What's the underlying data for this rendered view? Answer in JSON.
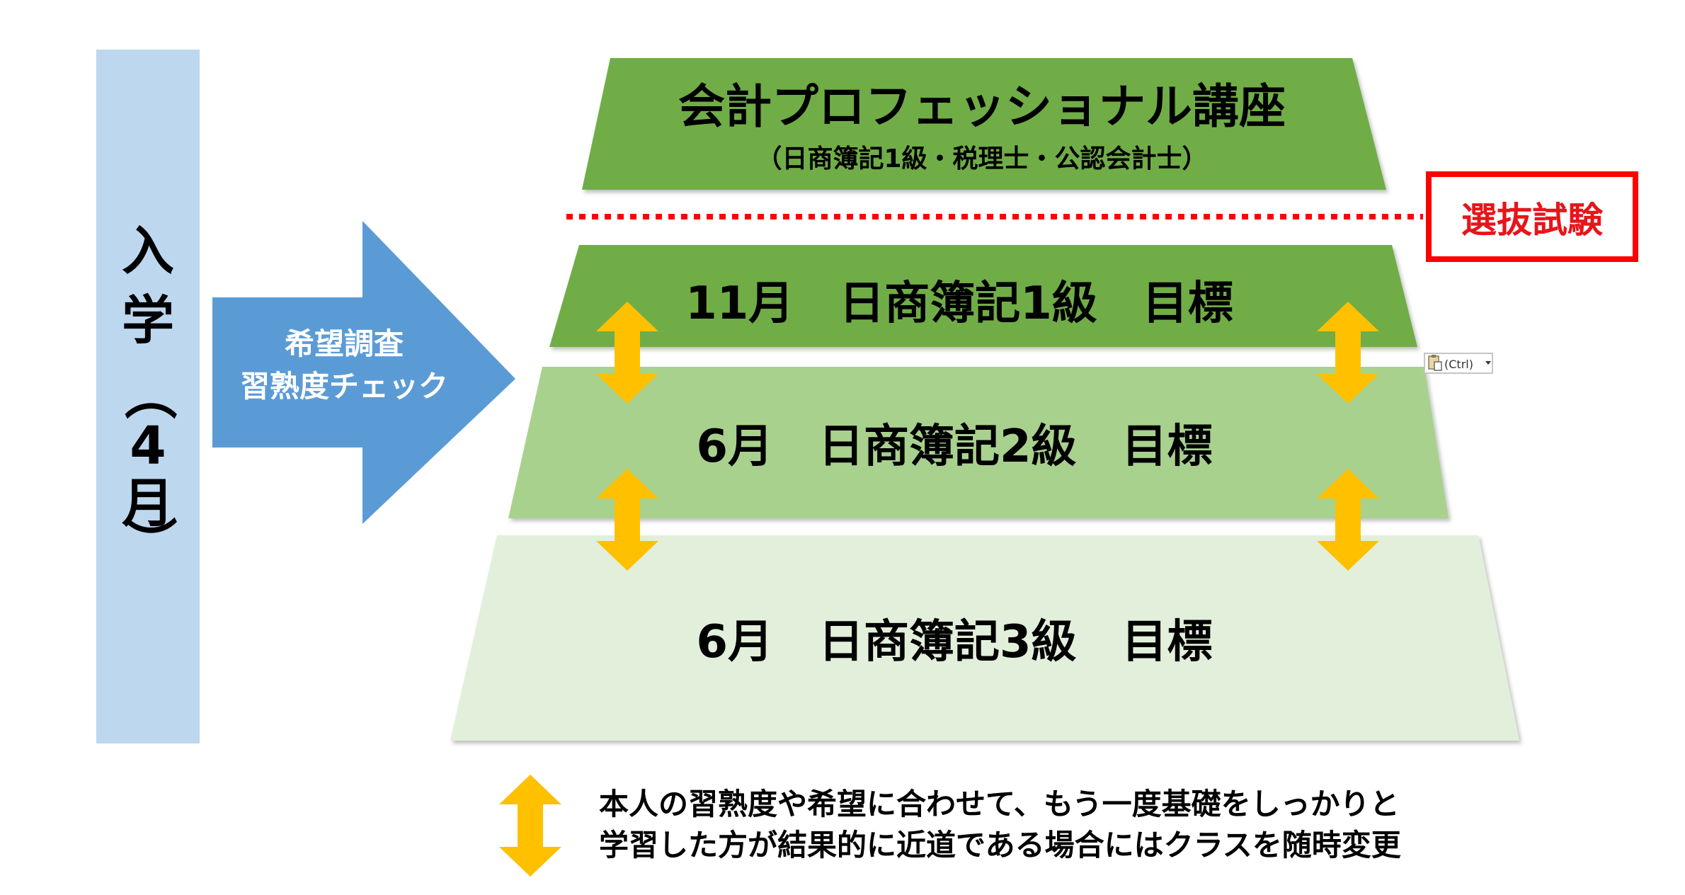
{
  "enrollment": {
    "label": "入学（4月）",
    "chars": [
      "入",
      "学",
      "（",
      "4",
      "月",
      "）"
    ]
  },
  "survey_arrow": {
    "line1": "希望調査",
    "line2": "習熟度チェック"
  },
  "tiers": {
    "professional": {
      "title": "会計プロフェッショナル講座",
      "subtitle": "（日商簿記1級・税理士・公認会計士）"
    },
    "level1": {
      "label": "11月　日商簿記1級　目標"
    },
    "level2": {
      "label": "6月　日商簿記2級　目標"
    },
    "level3": {
      "label": "6月　日商簿記3級　目標"
    }
  },
  "selection_exam": {
    "label": "選抜試験"
  },
  "paste_options": {
    "label": "(Ctrl)"
  },
  "legend": {
    "line1": "本人の習熟度や希望に合わせて、もう一度基礎をしっかりと",
    "line2": "学習した方が結果的に近道である場合にはクラスを随時変更"
  },
  "colors": {
    "enrollment_bar": "#bdd7ee",
    "survey_arrow": "#5b9bd5",
    "tier_professional": "#70ad47",
    "tier_level1": "#70ad47",
    "tier_level2": "#a9d18e",
    "tier_level3": "#e2efda",
    "transfer_arrow": "#ffc000",
    "selection_red": "#ff0000"
  },
  "icons": {
    "transfer": "double-vertical-arrow-icon",
    "paste": "paste-clipboard-icon"
  }
}
